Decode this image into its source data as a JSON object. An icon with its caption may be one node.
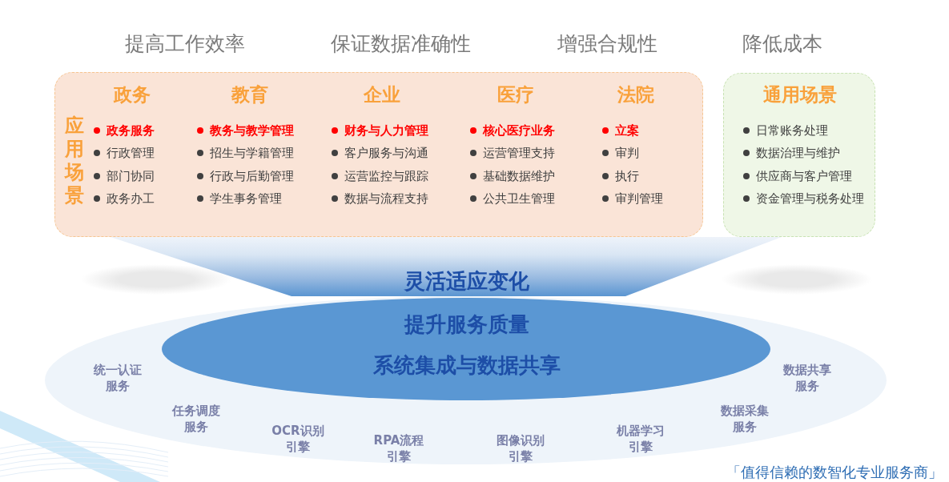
{
  "diagram": {
    "nodes": [
      {
        "text": [
          "应用场景",
          "政务",
          "政务服务",
          "行政管理",
          "部门协同",
          "政务办工",
          "教育",
          "教务与教学管理",
          "招生与学籍管理",
          "行政与后勤管理",
          "学生事务管理",
          "企业",
          "财务与人力管理",
          "客户服务与沟通",
          "运营监控与跟踪",
          "数据与流程支持",
          "医疗",
          "核心医疗业务",
          "运营管理支持",
          "基础数据维护",
          "公共卫生管理",
          "法院",
          "立案",
          "审判",
          "执行",
          "审判管理"
        ]
      },
      {
        "text": [
          "通用场景",
          "日常账务处理",
          "数据治理与维护",
          "供应商与客户管理",
          "资金管理与税务处理"
        ]
      },
      {
        "text": [
          "灵活适应变化"
        ]
      },
      {
        "text": [
          "统一认证服务",
          "任务调度服务",
          "OCR识别引擎",
          "RPA流程引擎",
          "图像识别引擎",
          "机器学习引擎",
          "数据采集服务",
          "数据共享服务"
        ]
      },
      {
        "text": [
          "提升服务质量",
          "系统集成与数据共享"
        ],
        "in": 3
      }
    ],
    "labels": [
      "提高工作效率",
      "保证数据准确性",
      "增强合规性",
      "降低成本",
      "「值得信赖的数智化专业服务商」"
    ]
  }
}
